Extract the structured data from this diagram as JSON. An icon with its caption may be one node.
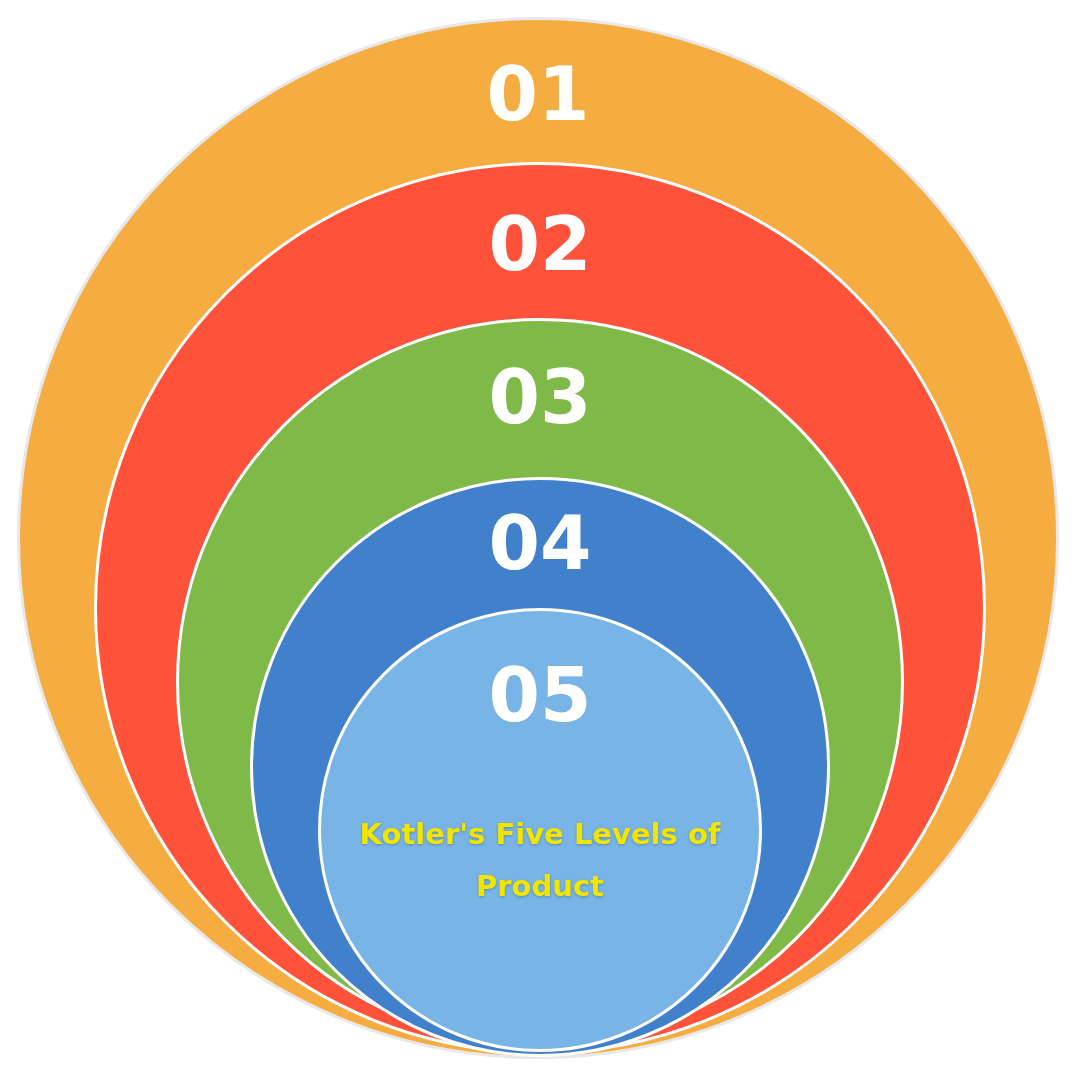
{
  "diagram": {
    "nodes": [
      {
        "text": [
          "01"
        ]
      },
      {
        "text": [
          "02"
        ],
        "in": 0
      },
      {
        "text": [
          "03"
        ],
        "in": 1
      },
      {
        "text": [
          "04"
        ],
        "in": 2
      },
      {
        "text": [
          "05",
          "Kotler's Five Levels of Product"
        ],
        "in": 3
      }
    ],
    "edges": []
  }
}
